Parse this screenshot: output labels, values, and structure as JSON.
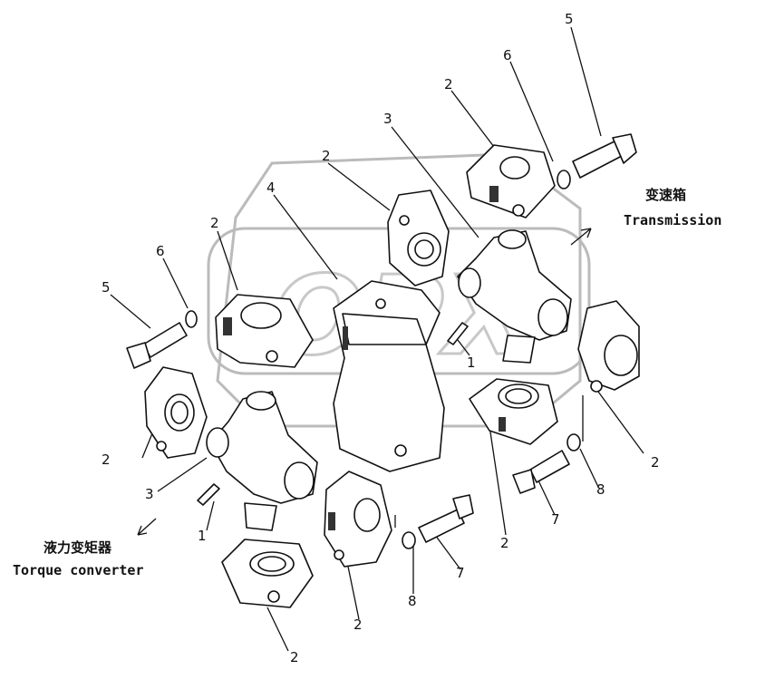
{
  "callouts": {
    "c5_top": "5",
    "c6_top": "6",
    "c2_top": "2",
    "c3_top": "3",
    "c2_a": "2",
    "c4": "4",
    "c2_b": "2",
    "c6_left": "6",
    "c5_left": "5",
    "c1_mid": "1",
    "c2_right": "2",
    "c2_left": "2",
    "c3_left": "3",
    "c1_left": "1",
    "c8_right": "8",
    "c7_right": "7",
    "c2_mid": "2",
    "c7_mid": "7",
    "c8_mid": "8",
    "c2_bot1": "2",
    "c2_bot2": "2"
  },
  "notes": {
    "transmission_cn": "变速箱",
    "transmission_en": "Transmission",
    "converter_cn": "液力变矩器",
    "converter_en": "Torque converter"
  },
  "watermark": {
    "text": "OPX",
    "color": "#c8c8c8"
  }
}
